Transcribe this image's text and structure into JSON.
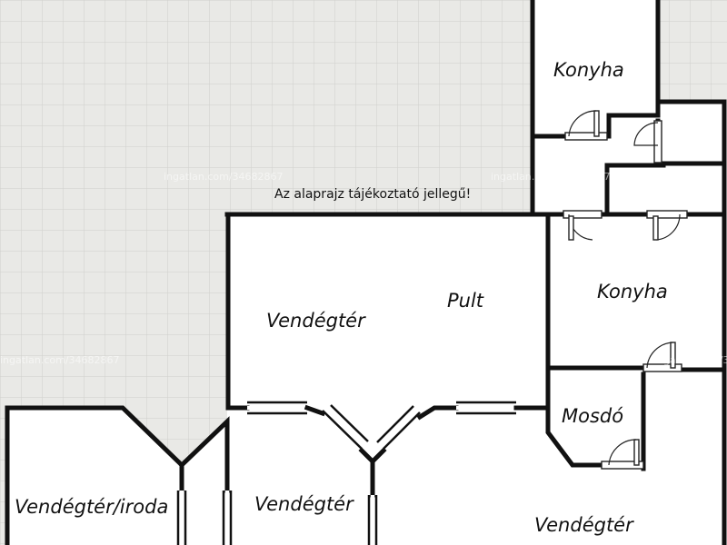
{
  "colors": {
    "background": "#e9e9e6",
    "grid": "#cfd0cc",
    "floor": "#ffffff",
    "wall": "#111111"
  },
  "note": "Az alaprajz tájékoztató jellegű!",
  "watermark": "ingatlan.com/34682867",
  "rooms": {
    "kitchen_top": "Konyha",
    "kitchen_mid": "Konyha",
    "guest_main": "Vendégtér",
    "counter": "Pult",
    "washroom": "Mosdó",
    "guest_office": "Vendégtér/iroda",
    "guest_center": "Vendégtér",
    "guest_right": "Vendégtér"
  }
}
